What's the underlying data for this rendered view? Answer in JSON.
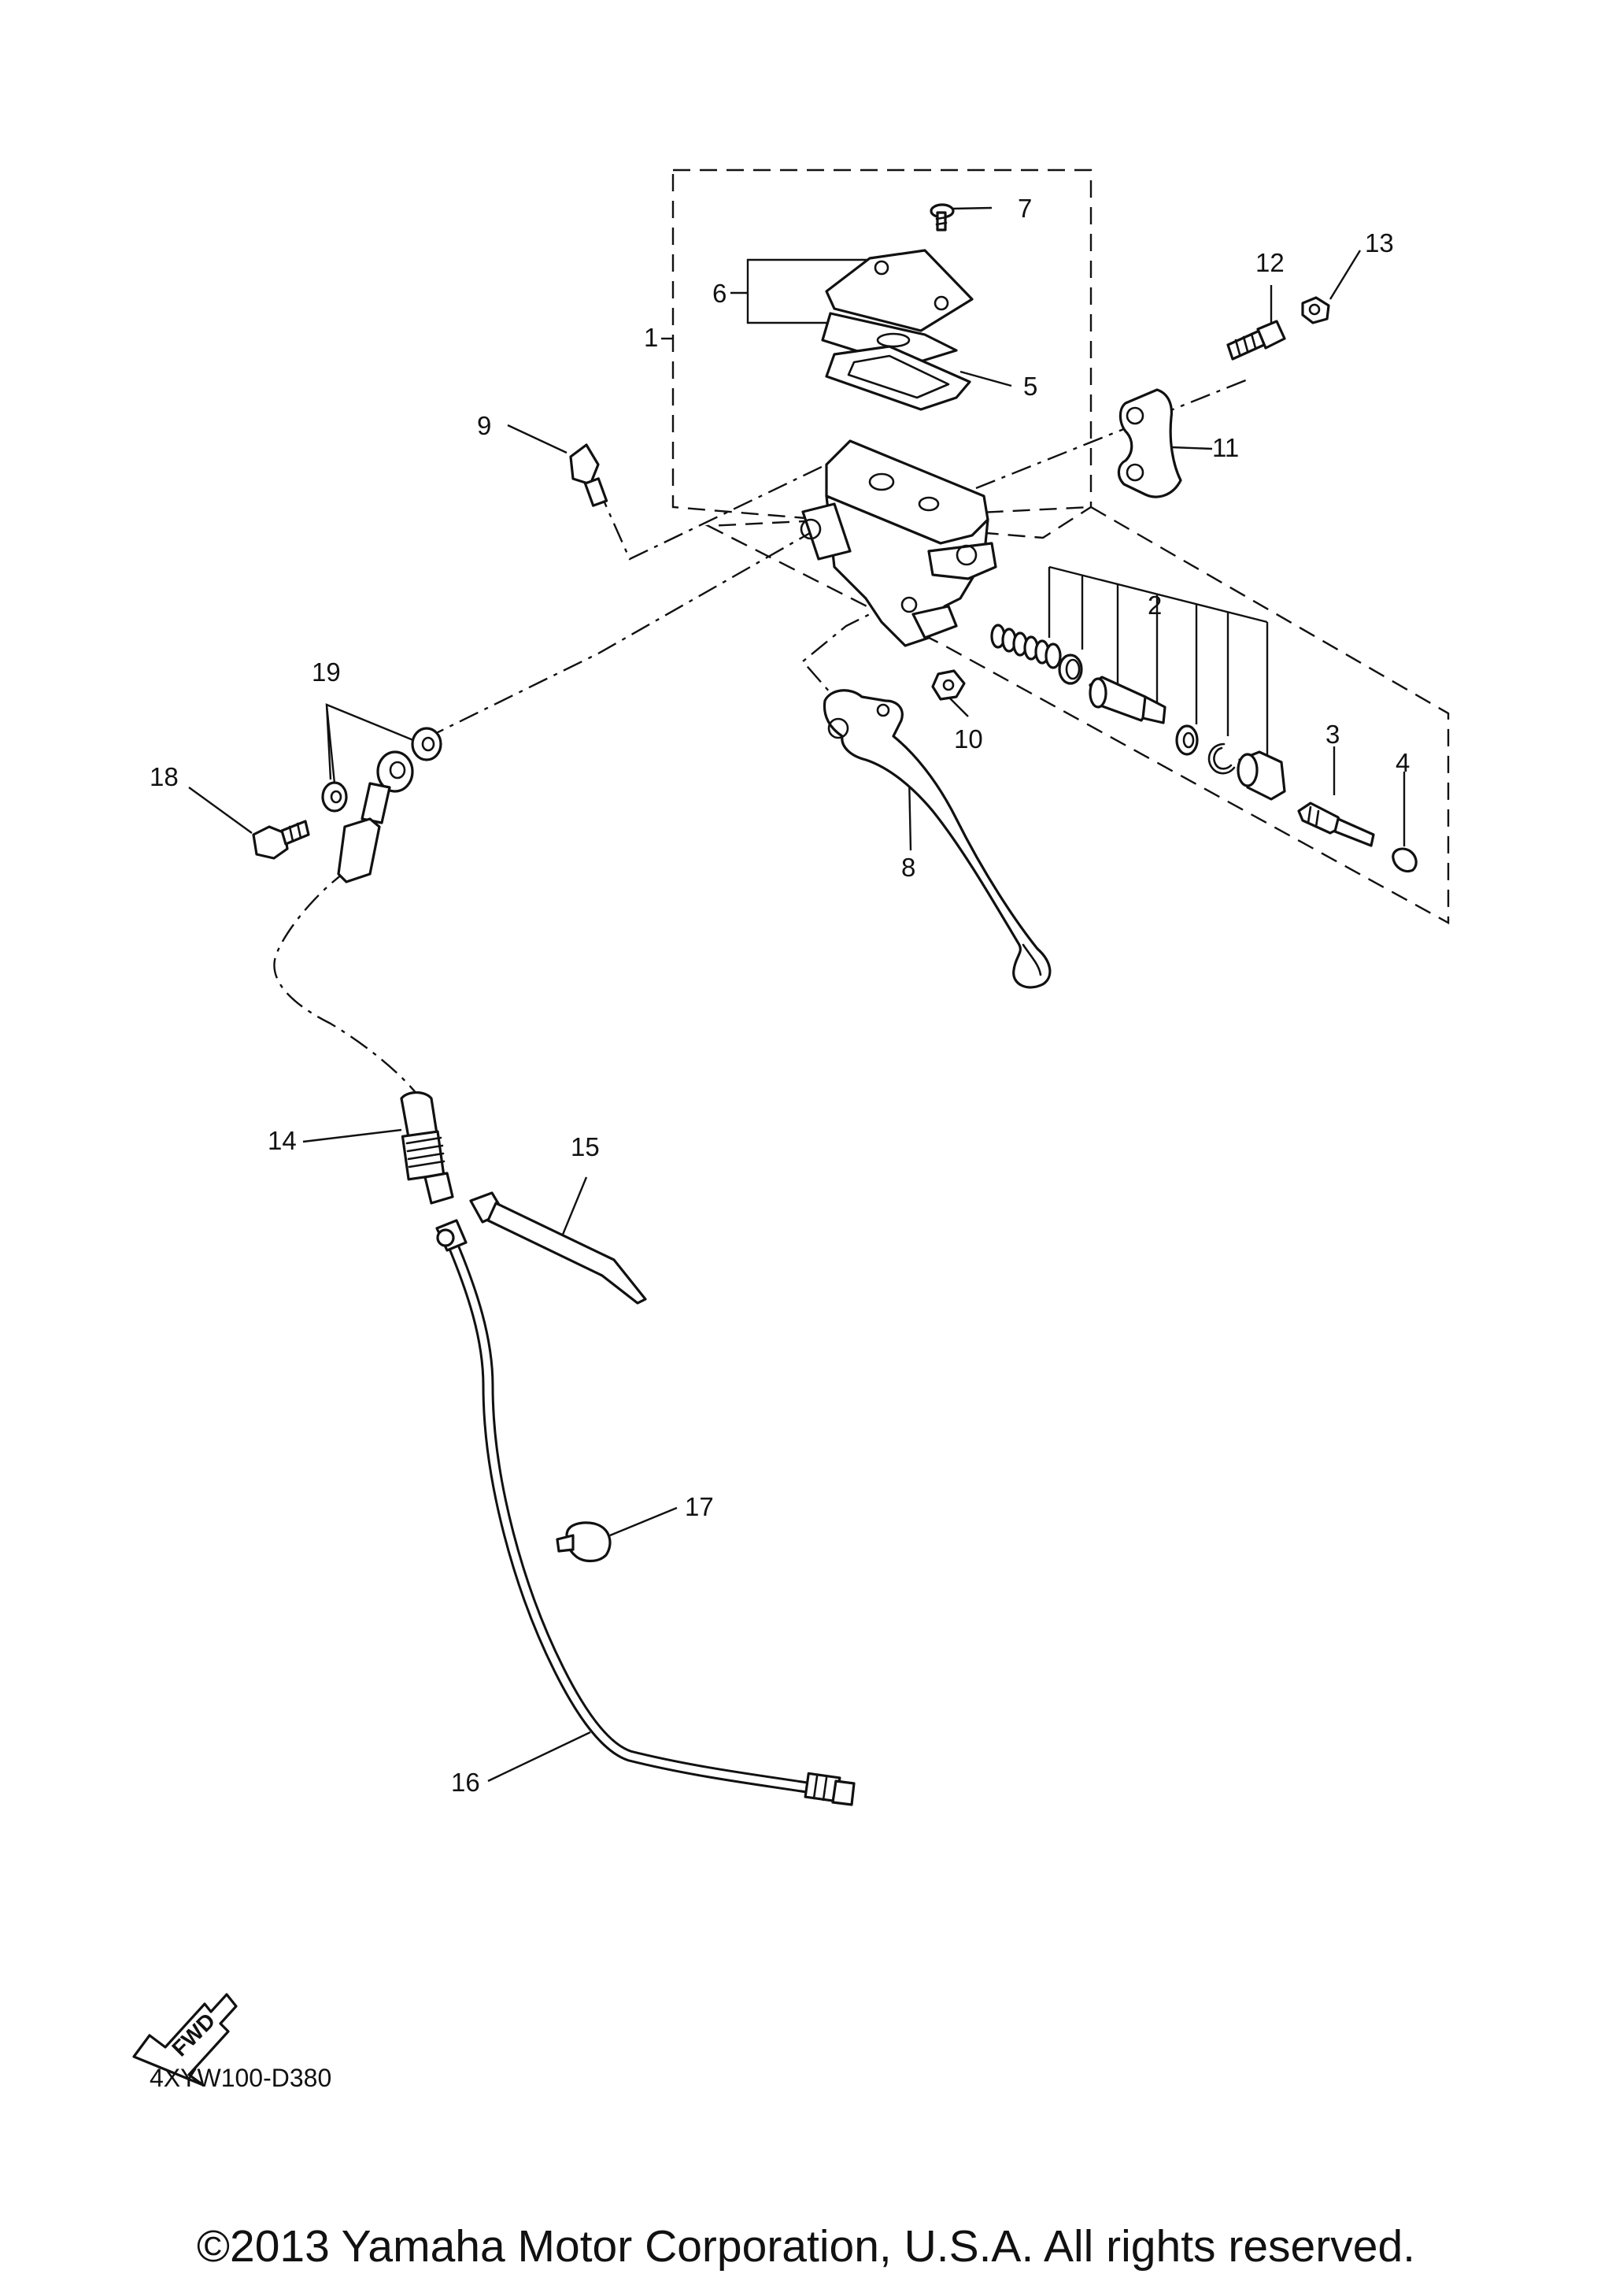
{
  "labels": {
    "l1": "1",
    "l2": "2",
    "l3": "3",
    "l4": "4",
    "l5": "5",
    "l6": "6",
    "l7": "7",
    "l8": "8",
    "l9": "9",
    "l10": "10",
    "l11": "11",
    "l12": "12",
    "l13": "13",
    "l14": "14",
    "l15": "15",
    "l16": "16",
    "l17": "17",
    "l18": "18",
    "l19": "19"
  },
  "fwd_label": "FWD",
  "diagram_code": "4XYW100-D380",
  "copyright": "©2013 Yamaha Motor Corporation, U.S.A. All rights reserved."
}
